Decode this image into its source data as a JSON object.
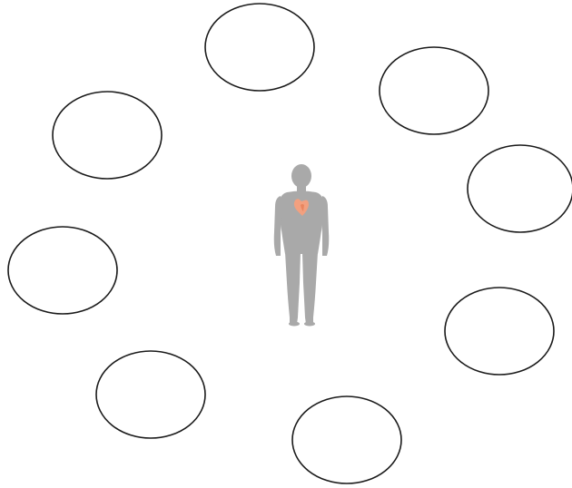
{
  "diagram": {
    "center_figure": {
      "icon": "human-body-icon",
      "highlighted_organ": "heart-icon",
      "body_color": "#a9a9a9",
      "organ_color": "#f2a07f"
    },
    "label_ovals": [
      {
        "id": "oval-top",
        "text": ""
      },
      {
        "id": "oval-upper-right",
        "text": ""
      },
      {
        "id": "oval-right",
        "text": ""
      },
      {
        "id": "oval-lower-right",
        "text": ""
      },
      {
        "id": "oval-bottom",
        "text": ""
      },
      {
        "id": "oval-lower-left",
        "text": ""
      },
      {
        "id": "oval-left",
        "text": ""
      },
      {
        "id": "oval-upper-left",
        "text": ""
      }
    ],
    "oval_stroke_color": "#1a1a1a",
    "background_color": "#ffffff"
  }
}
